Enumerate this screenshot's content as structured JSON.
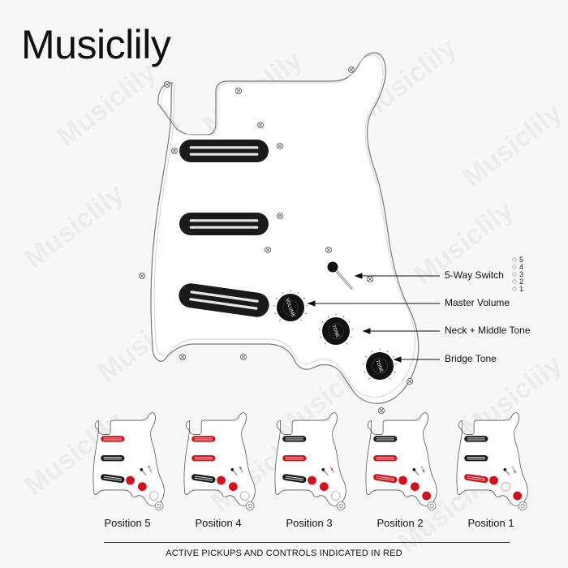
{
  "brand": "Musiclily",
  "callouts": {
    "switch": "5-Way Switch",
    "volume": "Master Volume",
    "tone1": "Neck + Middle Tone",
    "tone2": "Bridge Tone"
  },
  "switch_scale": [
    "5",
    "4",
    "3",
    "2",
    "1"
  ],
  "knobs": {
    "volume": "VOLUME",
    "tone1": "TONE",
    "tone2": "TONE"
  },
  "positions": [
    {
      "label": "Position 5",
      "active_pickups": [
        "neck"
      ],
      "active_knobs": [
        "volume",
        "tone1"
      ]
    },
    {
      "label": "Position 4",
      "active_pickups": [
        "neck",
        "middle"
      ],
      "active_knobs": [
        "volume",
        "tone1"
      ]
    },
    {
      "label": "Position 3",
      "active_pickups": [
        "middle"
      ],
      "active_knobs": [
        "volume",
        "tone1"
      ]
    },
    {
      "label": "Position 2",
      "active_pickups": [
        "middle",
        "bridge"
      ],
      "active_knobs": [
        "volume",
        "tone1",
        "tone2"
      ]
    },
    {
      "label": "Position 1",
      "active_pickups": [
        "bridge"
      ],
      "active_knobs": [
        "volume",
        "tone2"
      ]
    }
  ],
  "footer": "ACTIVE PICKUPS AND CONTROLS INDICATED IN RED",
  "colors": {
    "active": "#d0141a",
    "pickup": "#1a1a1a",
    "guard": "#ffffff",
    "outline": "#6e6e6e"
  },
  "watermark": "Musiclily"
}
